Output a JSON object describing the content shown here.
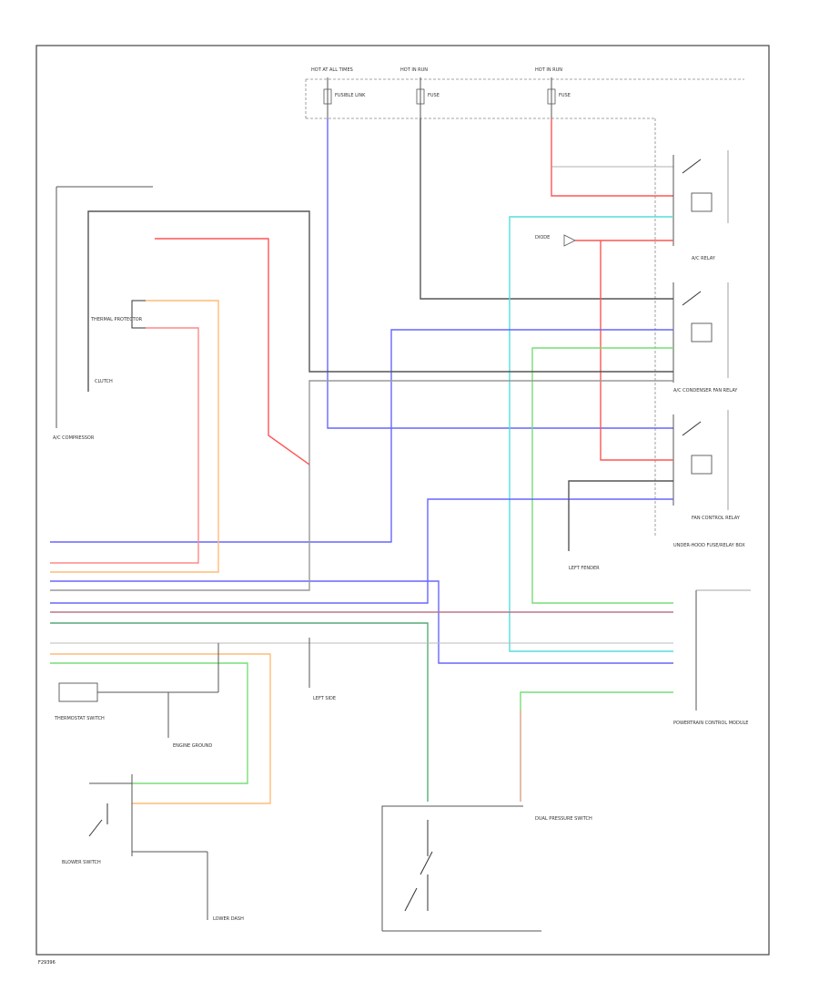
{
  "fuse_labels": [
    "HOT AT ALL TIMES",
    "HOT IN RUN",
    "HOT IN RUN"
  ],
  "fuse_names": [
    "FUSIBLE LINK",
    "FUSE",
    "FUSE"
  ],
  "relay_labels": {
    "ac_relay": "A/C RELAY",
    "cond_fan": "A/C CONDENSER FAN RELAY",
    "fan_ctrl": "FAN CONTROL RELAY"
  },
  "component_labels": {
    "ac_compressor": "A/C COMPRESSOR",
    "thermal_protector": "THERMAL PROTECTOR",
    "clutch": "CLUTCH",
    "diode": "DIODE",
    "pcm": "POWERTRAIN CONTROL MODULE",
    "pressure_switch": "DUAL PRESSURE SWITCH",
    "blower_switch": "BLOWER SWITCH",
    "thermostat_switch": "THERMOSTAT SWITCH",
    "g_left_fender": "LEFT FENDER",
    "g_left_side": "LEFT SIDE",
    "g_lower_dash": "LOWER DASH",
    "underhood": "UNDER-HOOD FUSE/RELAY BOX",
    "g_engine": "ENGINE GROUND"
  },
  "footer_id": "F29396",
  "colors": {
    "black": "#555555",
    "red": "#ff5555",
    "blue": "#6666ff",
    "cyan": "#55dddd",
    "green": "#77dd77",
    "orange": "#ffbb77",
    "pink": "#ff8888",
    "brown": "#cc9977",
    "gray": "#999999"
  }
}
